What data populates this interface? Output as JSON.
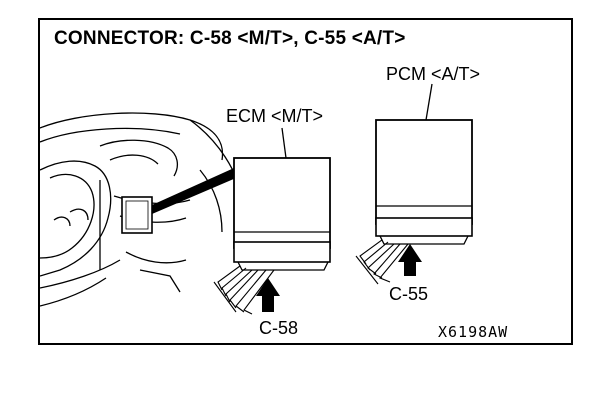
{
  "title": "CONNECTOR: C-58 <M/T>, C-55 <A/T>",
  "labels": {
    "pcm": "PCM <A/T>",
    "ecm": "ECM <M/T>",
    "c55": "C-55",
    "c58": "C-58"
  },
  "figure_id": "X6198AW"
}
